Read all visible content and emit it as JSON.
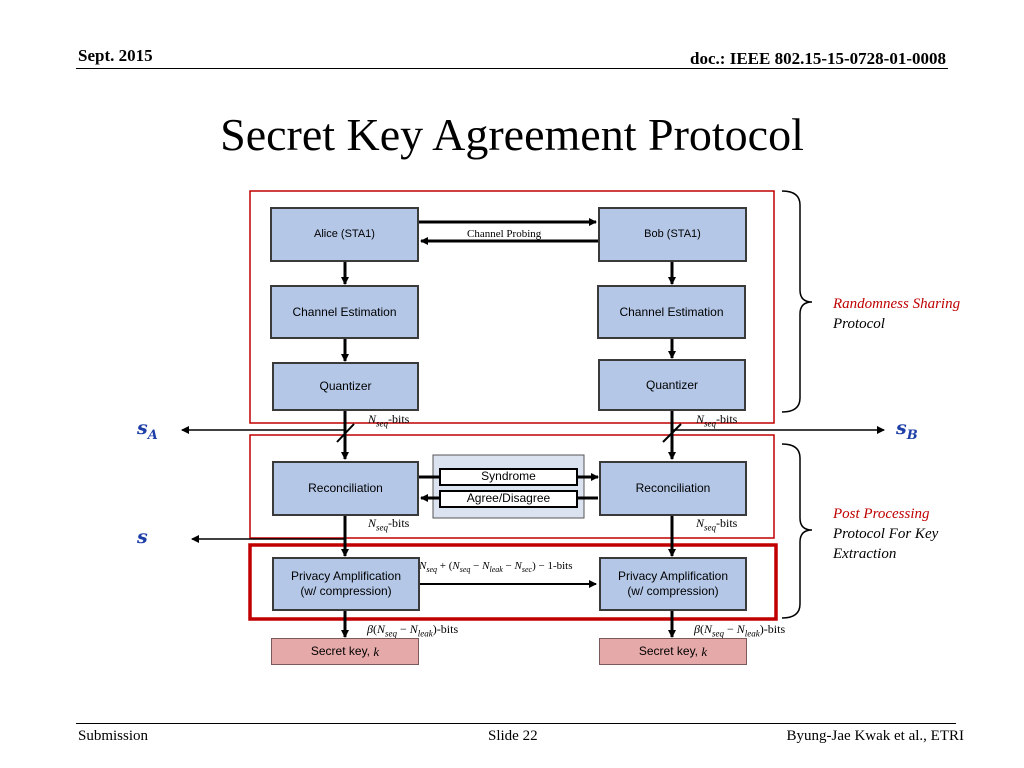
{
  "header": {
    "date": "Sept. 2015",
    "doc": "doc.: IEEE 802.15-15-0728-01-0008"
  },
  "title": "Secret Key Agreement Protocol",
  "diagram": {
    "alice": "Alice (STA1)",
    "bob": "Bob (STA1)",
    "channel_probing": "Channel Probing",
    "channel_estimation": "Channel Estimation",
    "quantizer": "Quantizer",
    "reconciliation": "Reconciliation",
    "syndrome": "Syndrome",
    "agree_disagree": "Agree/Disagree",
    "privacy_amp_line1": "Privacy Amplification",
    "privacy_amp_line2": "(w/ compression)",
    "secret_key": "Secret key, ",
    "secret_key_var": "k",
    "bits_suffix": "-bits",
    "n_seq_base": "N",
    "n_seq_sub": "seq",
    "leak_sub": "leak",
    "sec_sub": "sec",
    "one_bits": " − 1-bits",
    "beta": "β",
    "sym_sa": "s",
    "sym_sa_sub": "A",
    "sym_sb": "s",
    "sym_sb_sub": "B",
    "sym_s": "s"
  },
  "side_labels": {
    "randomness_line1": "Randomness Sharing",
    "randomness_line2": "Protocol",
    "post_line1": "Post Processing",
    "post_line2": "Protocol For Key",
    "post_line3": "Extraction"
  },
  "footer": {
    "left": "Submission",
    "center": "Slide 22",
    "right": "Byung-Jae Kwak et al., ETRI"
  },
  "colors": {
    "box_fill": "#b4c7e7",
    "key_fill": "#e6a9a9",
    "red_frame": "#c00000",
    "symbol_blue": "#1f3fa8"
  }
}
